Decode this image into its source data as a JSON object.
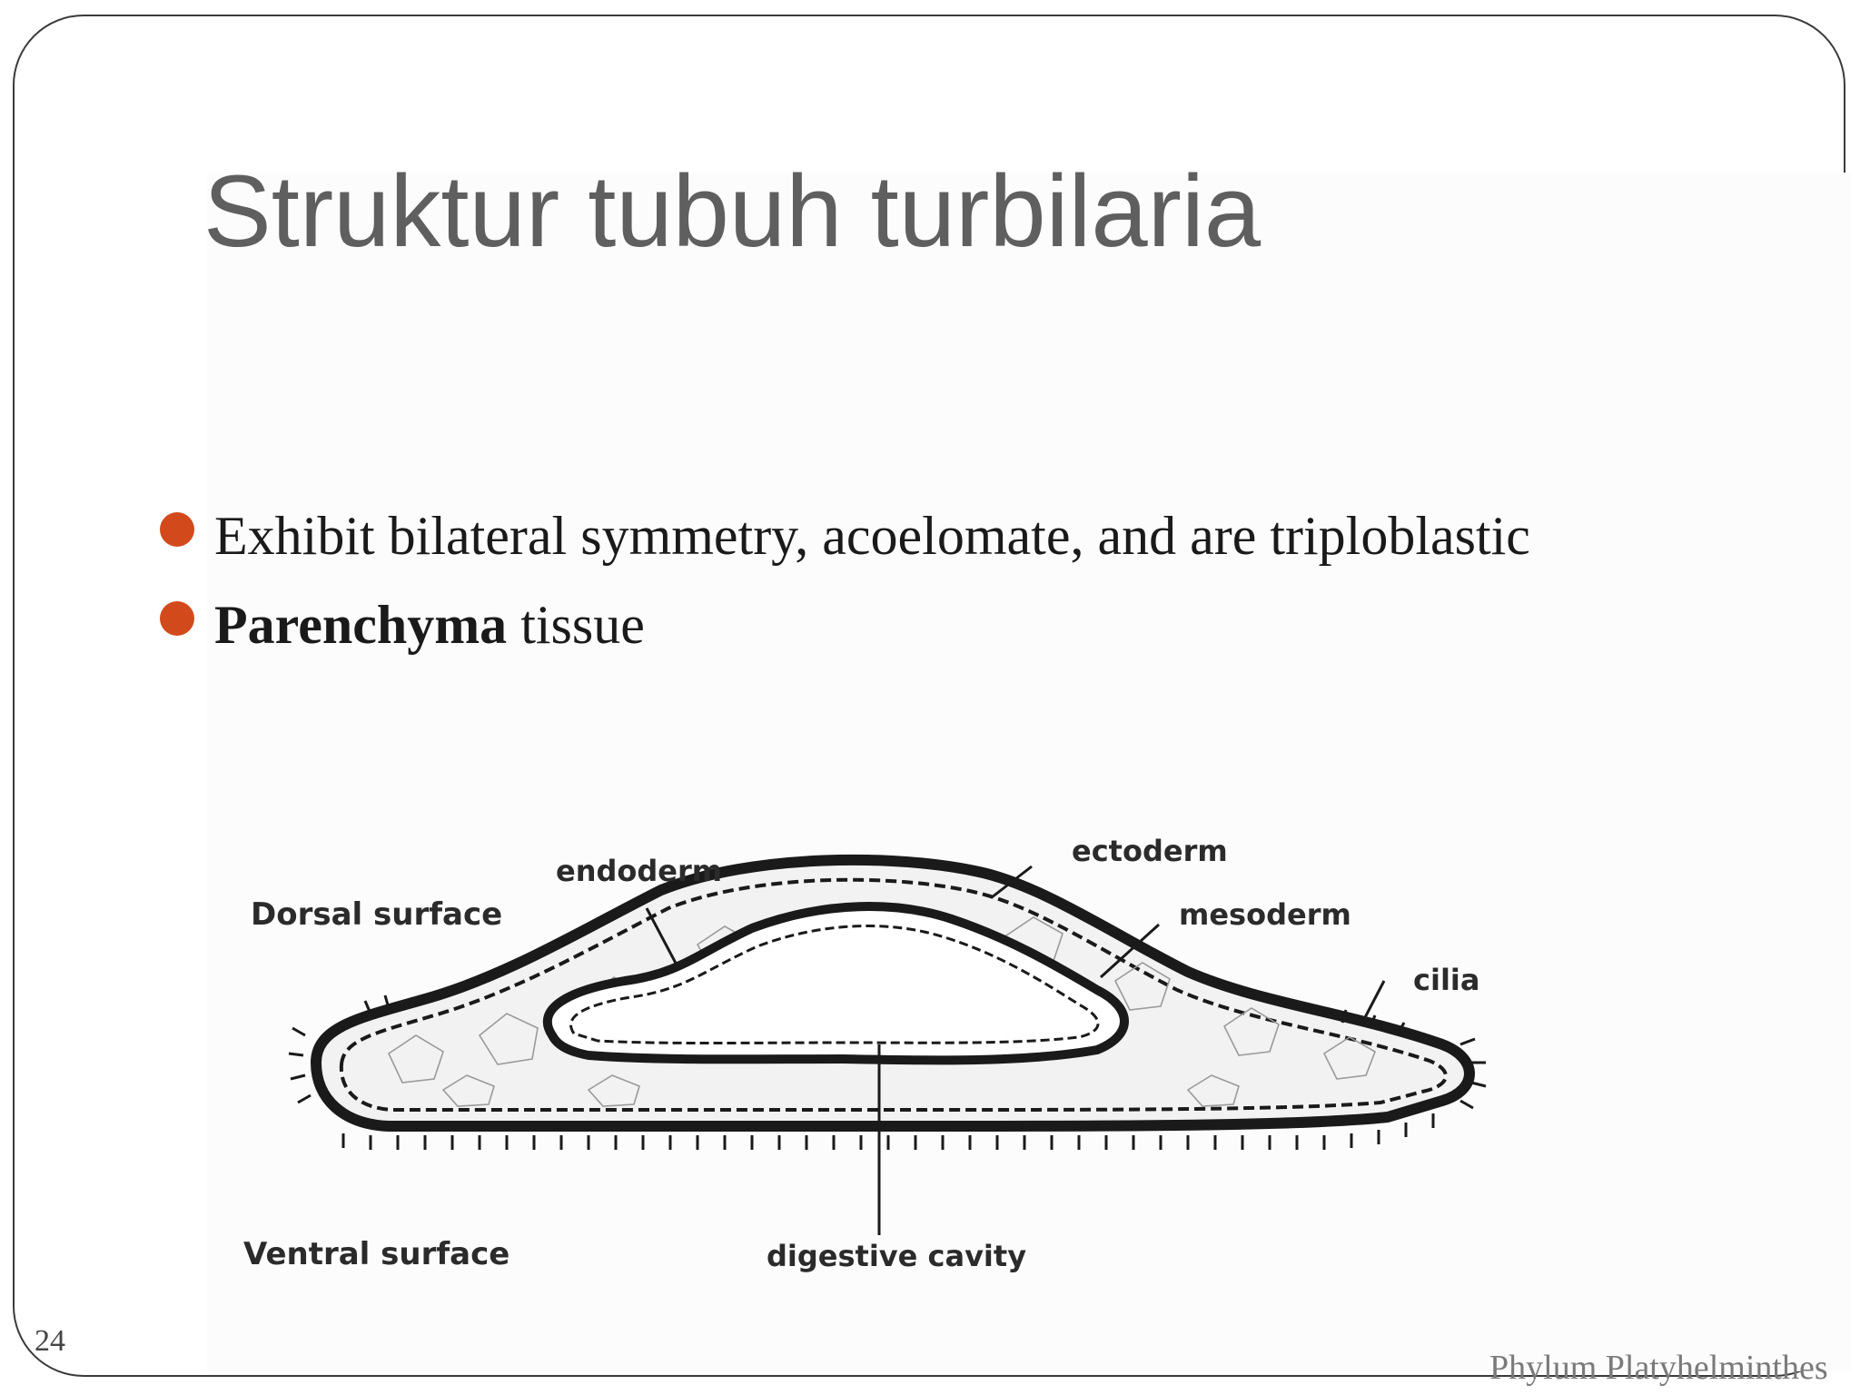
{
  "slide": {
    "title": "Struktur tubuh turbilaria",
    "page_number": "24",
    "footer": "Phylum Platyhelminthes",
    "bullet_color": "#d24a1c"
  },
  "bullets": [
    {
      "bold": "",
      "text": "Exhibit bilateral symmetry, acoelomate, and are triploblastic"
    },
    {
      "bold": "Parenchyma",
      "text": " tissue"
    }
  ],
  "diagram": {
    "labels": {
      "dorsal": "Dorsal surface",
      "ventral": "Ventral surface",
      "endoderm": "endoderm",
      "ectoderm": "ectoderm",
      "mesoderm": "mesoderm",
      "cilia": "cilia",
      "digestive": "digestive cavity"
    }
  }
}
